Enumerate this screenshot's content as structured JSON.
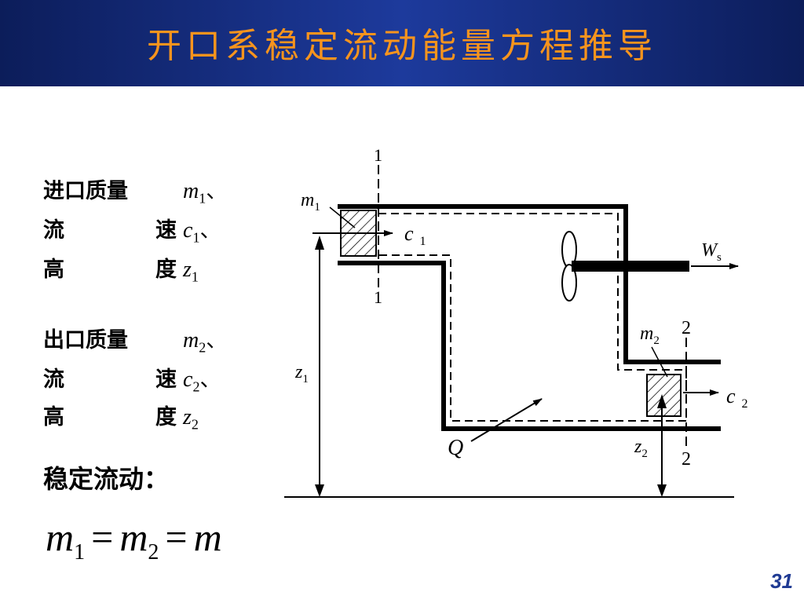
{
  "slide": {
    "title": "开口系稳定流动能量方程推导",
    "page_number": "31"
  },
  "inlet": {
    "mass_label": "进口质量",
    "speed_chars": [
      "流",
      "速"
    ],
    "height_chars": [
      "高",
      "度"
    ],
    "mass_symbol": "m",
    "speed_symbol": "c",
    "height_symbol": "z",
    "index": "1",
    "sep": "、"
  },
  "outlet": {
    "mass_label": "出口质量",
    "speed_chars": [
      "流",
      "速"
    ],
    "height_chars": [
      "高",
      "度"
    ],
    "mass_symbol": "m",
    "speed_symbol": "c",
    "height_symbol": "z",
    "index": "2",
    "sep": "、"
  },
  "steady_label": "稳定流动：",
  "formula": {
    "m": "m",
    "sub1": "1",
    "sub2": "2",
    "eq": "="
  },
  "diagram": {
    "labels": {
      "m1": "m",
      "m1_sub": "1",
      "c1": "c",
      "c1_sub": "1",
      "ws": "W",
      "ws_sub": "s",
      "m2": "m",
      "m2_sub": "2",
      "c2": "c",
      "c2_sub": "2",
      "z1": "z",
      "z1_sub": "1",
      "z2": "z",
      "z2_sub": "2",
      "q": "Q",
      "sec1_top": "1",
      "sec1_bottom": "1",
      "sec2_top": "2",
      "sec2_bottom": "2"
    }
  }
}
